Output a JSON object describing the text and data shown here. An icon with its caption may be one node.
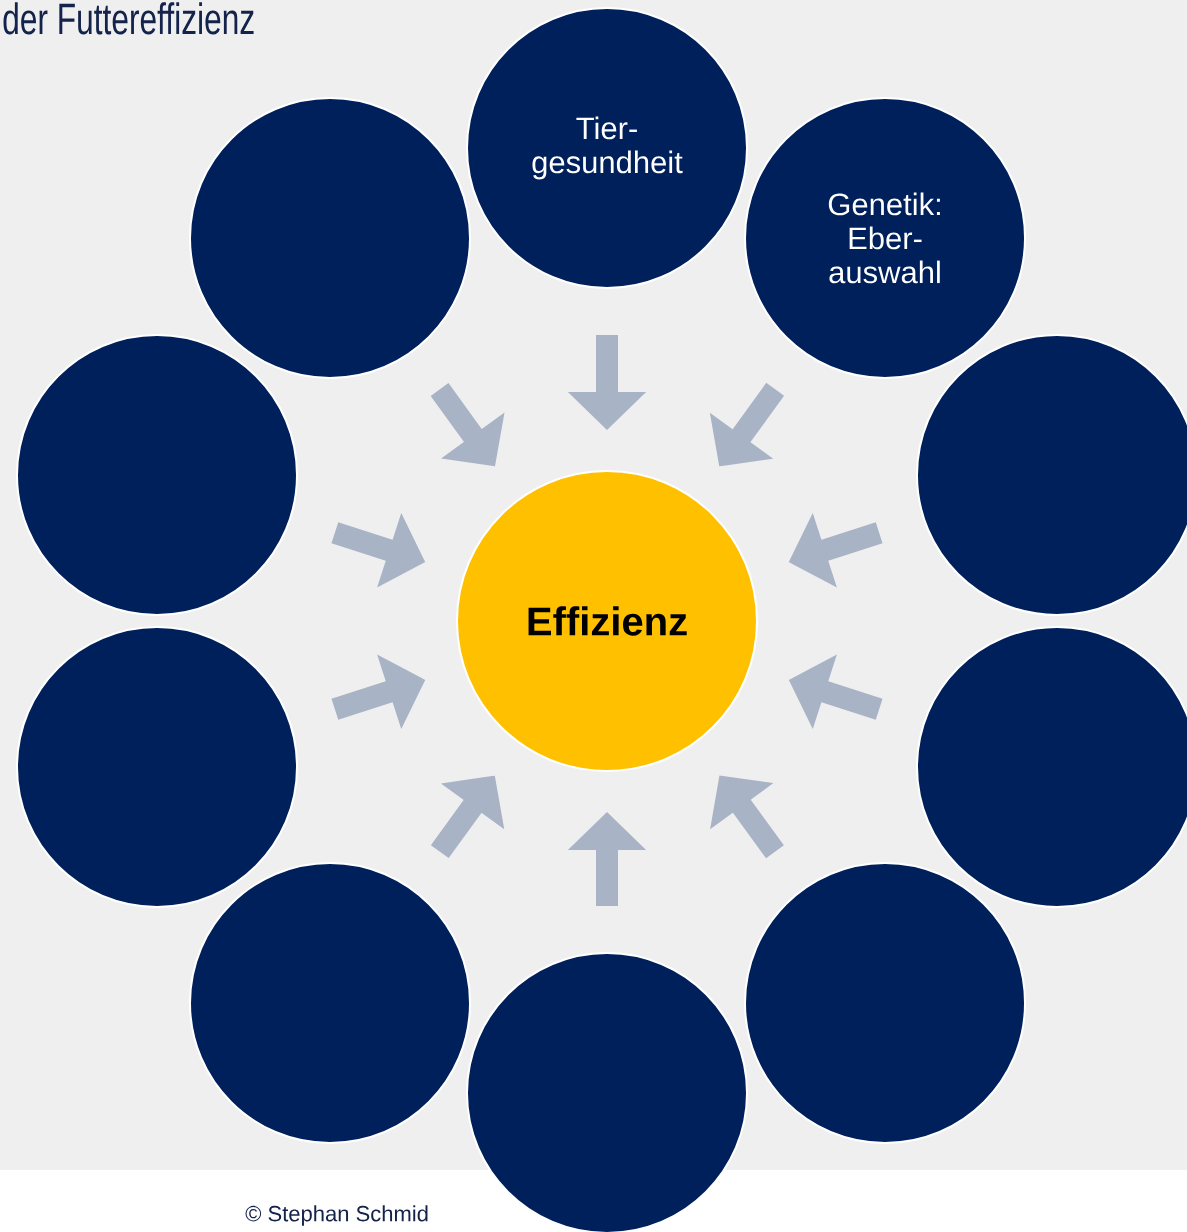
{
  "diagram": {
    "title": "der Futtereffizienz",
    "nodes": [
      {
        "text": [
          "Effizienz"
        ]
      },
      {
        "text": [
          "Tier- gesundheit"
        ]
      },
      {
        "text": [
          "Genetik: Eber- auswahl"
        ]
      },
      {
        "text": [],
        "shape": "circle"
      },
      {
        "text": [],
        "shape": "circle"
      },
      {
        "text": [],
        "shape": "circle"
      },
      {
        "text": [],
        "shape": "circle"
      },
      {
        "text": [],
        "shape": "circle"
      },
      {
        "text": [],
        "shape": "circle"
      },
      {
        "text": [],
        "shape": "circle"
      },
      {
        "text": [],
        "shape": "circle"
      }
    ],
    "edges": [
      {
        "from": 1,
        "to": 0,
        "arrow": "to"
      },
      {
        "from": 2,
        "to": 0,
        "arrow": "to"
      },
      {
        "from": 3,
        "to": 0,
        "arrow": "to"
      },
      {
        "from": 4,
        "to": 0,
        "arrow": "to"
      },
      {
        "from": 5,
        "to": 0,
        "arrow": "to"
      },
      {
        "from": 6,
        "to": 0,
        "arrow": "to"
      },
      {
        "from": 7,
        "to": 0,
        "arrow": "to"
      },
      {
        "from": 8,
        "to": 0,
        "arrow": "to"
      },
      {
        "from": 9,
        "to": 0,
        "arrow": "to"
      },
      {
        "from": 10,
        "to": 0,
        "arrow": "to"
      }
    ],
    "labels": [
      "© Stephan Schmid"
    ]
  }
}
